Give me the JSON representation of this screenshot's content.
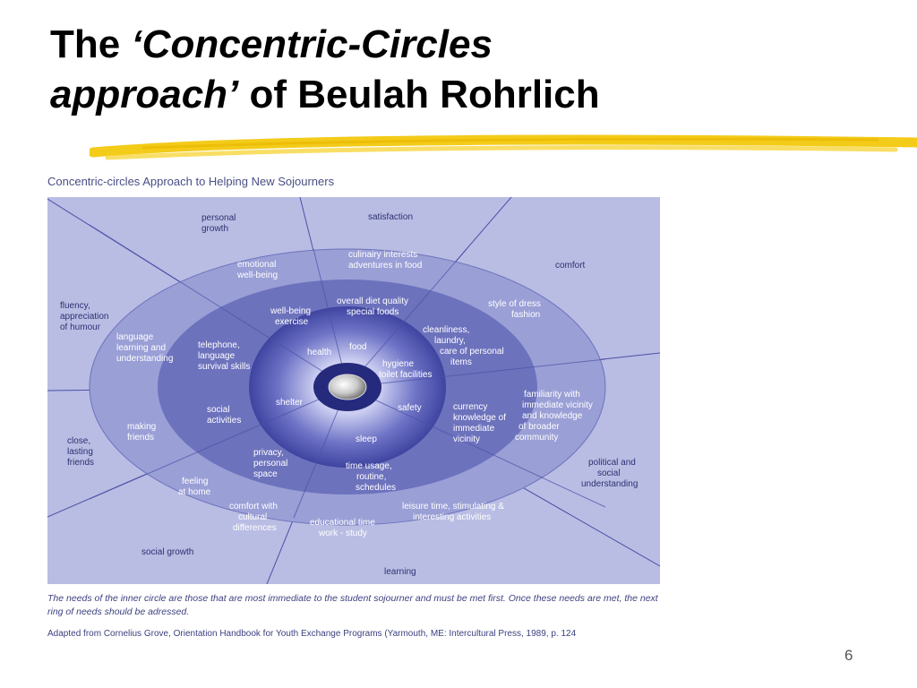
{
  "slide": {
    "title_part1": "The ",
    "title_part2": "‘Concentric-Circles",
    "title_part3": "approach’",
    "title_part4": " of Beulah Rohrlich",
    "page_number": "6",
    "underline_color": "#f2c500"
  },
  "figure": {
    "title": "Concentric-circles Approach to Helping New Sojourners",
    "caption": "The needs of the inner circle are those that are most immediate to the student sojourner and must be met first. Once these needs are met, the next ring of needs should be adressed.",
    "source": "Adapted from Cornelius Grove, Orientation Handbook for Youth Exchange Programs (Yarmouth, ME: Intercultural Press, 1989, p. 124",
    "colors": {
      "background": "#b9bde3",
      "ring_outer": "#9a9fd6",
      "ring_middle": "#6d72bd",
      "ring_inner": "#3f44a0",
      "core": "#262a7c",
      "text_dark": "#2c3172",
      "text_light": "#ffffff"
    },
    "inner": {
      "health": "health",
      "food": "food",
      "hygiene": [
        "hygiene",
        "toilet facilities"
      ],
      "shelter": "shelter",
      "safety": "safety",
      "sleep": "sleep"
    },
    "middle": {
      "well_being": [
        "well-being",
        "exercise"
      ],
      "diet": [
        "overall diet quality",
        "special foods"
      ],
      "cleanliness": [
        "cleanliness,",
        "laundry,",
        "care of personal",
        "items"
      ],
      "telephone": [
        "telephone,",
        "language",
        "survival skills"
      ],
      "currency": [
        "currency",
        "knowledge of",
        "immediate",
        "vicinity"
      ],
      "social": [
        "social",
        "activities"
      ],
      "privacy": [
        "privacy,",
        "personal",
        "space"
      ],
      "time_usage": [
        "time usage,",
        "routine,",
        "schedules"
      ]
    },
    "ring": {
      "emotional": [
        "emotional",
        "well-being"
      ],
      "culinary": [
        "culinairy interests",
        "adventures in food"
      ],
      "style": [
        "style of dress",
        "fashion"
      ],
      "language": [
        "language",
        "learning and",
        "understanding"
      ],
      "familiarity": [
        "familiarity with",
        "immediate vicinity",
        "and knowledge",
        "of broader",
        "community"
      ],
      "making_friends": [
        "making",
        "friends"
      ],
      "feeling_home": [
        "feeling",
        "at home"
      ],
      "comfort_cultural": [
        "comfort with",
        "cultural",
        "differences"
      ],
      "educational": [
        "educational time",
        "work - study"
      ],
      "leisure": [
        "leisure time, stimulating &",
        "interesting  activities"
      ]
    },
    "outer": {
      "personal_growth": [
        "personal",
        "growth"
      ],
      "satisfaction": "satisfaction",
      "comfort": "comfort",
      "fluency": [
        "fluency,",
        "appreciation",
        "of humour"
      ],
      "close_friends": [
        "close,",
        "lasting",
        "friends"
      ],
      "political": [
        "political and",
        "social",
        "understanding"
      ],
      "social_growth": "social growth",
      "learning": "learning"
    }
  }
}
